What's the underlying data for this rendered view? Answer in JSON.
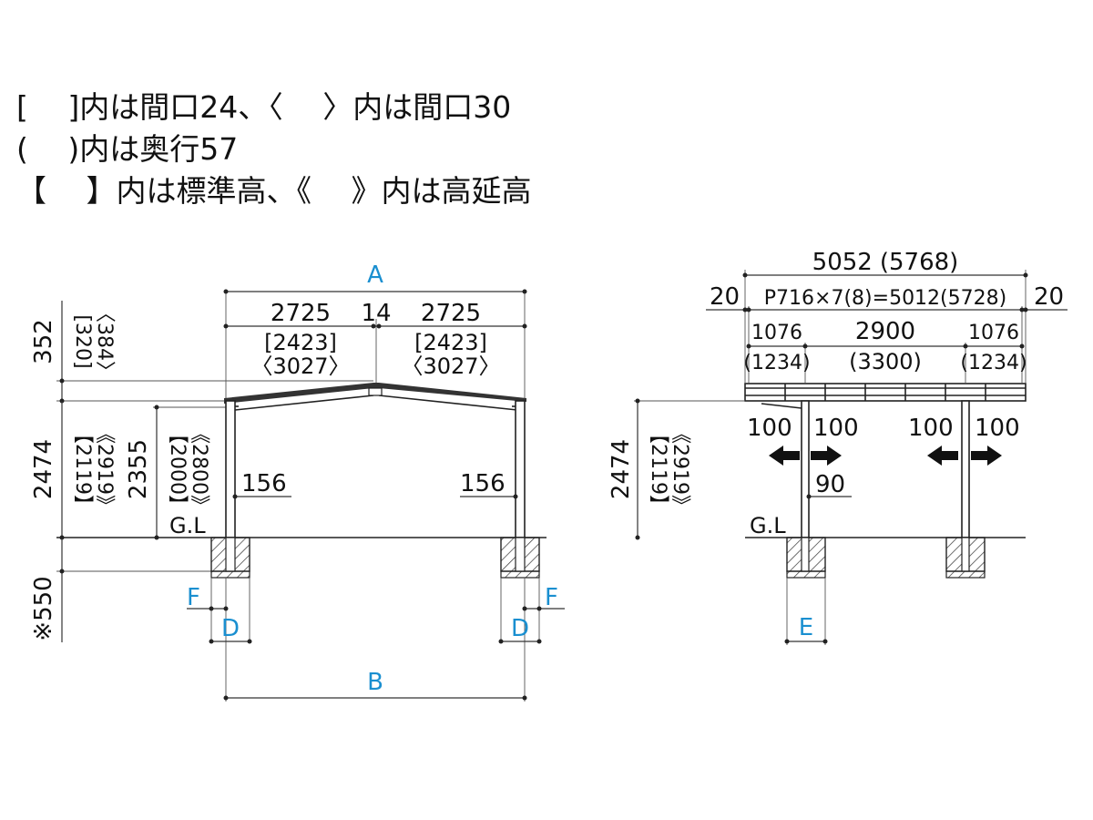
{
  "legend": {
    "line1": "[　 ]内は間口24、〈　 〉内は間口30",
    "line2": "(　 )内は奥行57",
    "line3": "【　 】内は標準高、《　 》内は高延高"
  },
  "front_view": {
    "label_A": "A",
    "label_B": "B",
    "label_D_left": "D",
    "label_D_right": "D",
    "label_F_left": "F",
    "label_F_right": "F",
    "span_left": "2725",
    "span_gap": "14",
    "span_right": "2725",
    "span_left_24": "[2423]",
    "span_left_30": "〈3027〉",
    "span_right_24": "[2423]",
    "span_right_30": "〈3027〉",
    "roof_rise": "352",
    "roof_rise_24": "[320]",
    "roof_rise_30": "〈384〉",
    "height_total": "2474",
    "height_total_std": "【2119】",
    "height_total_high": "《2919》",
    "height_post": "2355",
    "height_post_std": "【2000】",
    "height_post_high": "《2800》",
    "dim_156_left": "156",
    "dim_156_right": "156",
    "ground_label": "G.L",
    "foundation_depth": "※550"
  },
  "side_view": {
    "total_width": "5052",
    "total_width_57": "(5768)",
    "margin_left": "20",
    "margin_right": "20",
    "pitch_formula": "P716×7(8)=5012(5728)",
    "overhang_left": "1076",
    "overhang_left_57": "(1234)",
    "post_span": "2900",
    "post_span_57": "(3300)",
    "overhang_right": "1076",
    "overhang_right_57": "(1234)",
    "height_total": "2474",
    "height_total_std": "【2119】",
    "height_total_high": "《2919》",
    "adjust_1": "100",
    "adjust_2": "100",
    "adjust_3": "100",
    "adjust_4": "100",
    "dim_90": "90",
    "ground_label": "G.L",
    "label_E": "E"
  }
}
